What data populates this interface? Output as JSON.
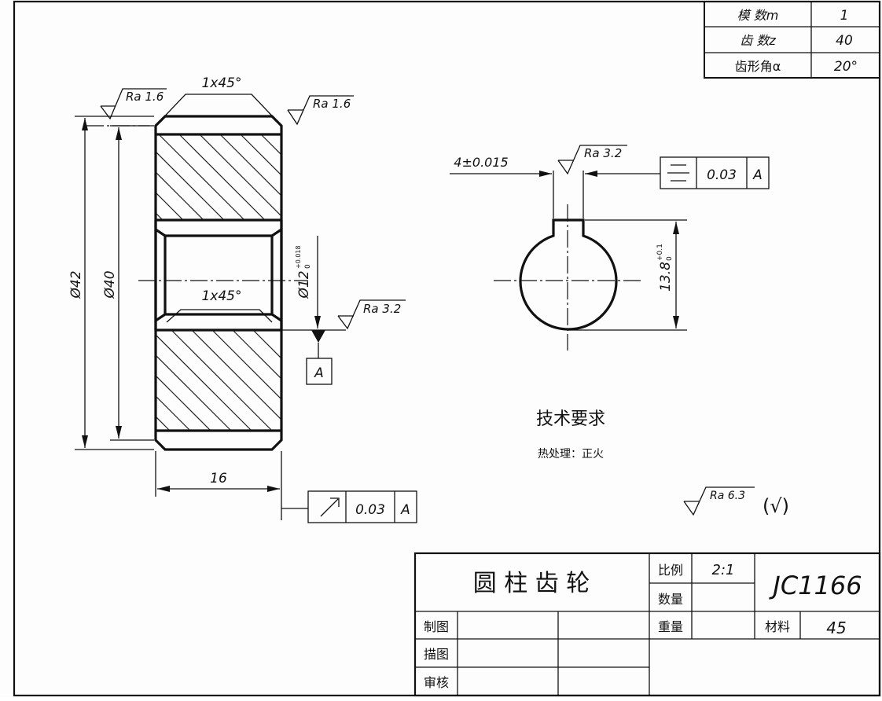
{
  "params_table": [
    {
      "label": "模 数m",
      "value": "1"
    },
    {
      "label": "齿 数z",
      "value": "40"
    },
    {
      "label": "齿形角α",
      "value": "20°"
    }
  ],
  "section_view": {
    "chamfer_top": "1x45°",
    "chamfer_inner": "1x45°",
    "rough_left": "Ra 1.6",
    "rough_right": "Ra 1.6",
    "rough_bore": "Ra 3.2",
    "dia_outer": "Ø42",
    "dia_pitch": "Ø40",
    "dia_bore": "Ø12",
    "bore_tol_upper": "+0.018",
    "bore_tol_lower": "0",
    "width": "16",
    "datum": "A",
    "runout_value": "0.03",
    "runout_datum": "A"
  },
  "keyway_view": {
    "width_dim": "4±0.015",
    "rough": "Ra 3.2",
    "sym_value": "0.03",
    "sym_datum": "A",
    "depth_main": "13.8",
    "depth_tol_upper": "+0.1",
    "depth_tol_lower": "0"
  },
  "notes": {
    "title": "技术要求",
    "line1": "热处理：正火",
    "general_rough": "Ra 6.3",
    "general_rough_suffix": "(√)"
  },
  "title_block": {
    "part_name": "圆 柱 齿 轮",
    "scale_label": "比例",
    "scale_value": "2:1",
    "qty_label": "数量",
    "weight_label": "重量",
    "drawing_no": "JC1166",
    "material_label": "材料",
    "material_value": "45",
    "drawn_label": "制图",
    "traced_label": "描图",
    "checked_label": "审核"
  }
}
